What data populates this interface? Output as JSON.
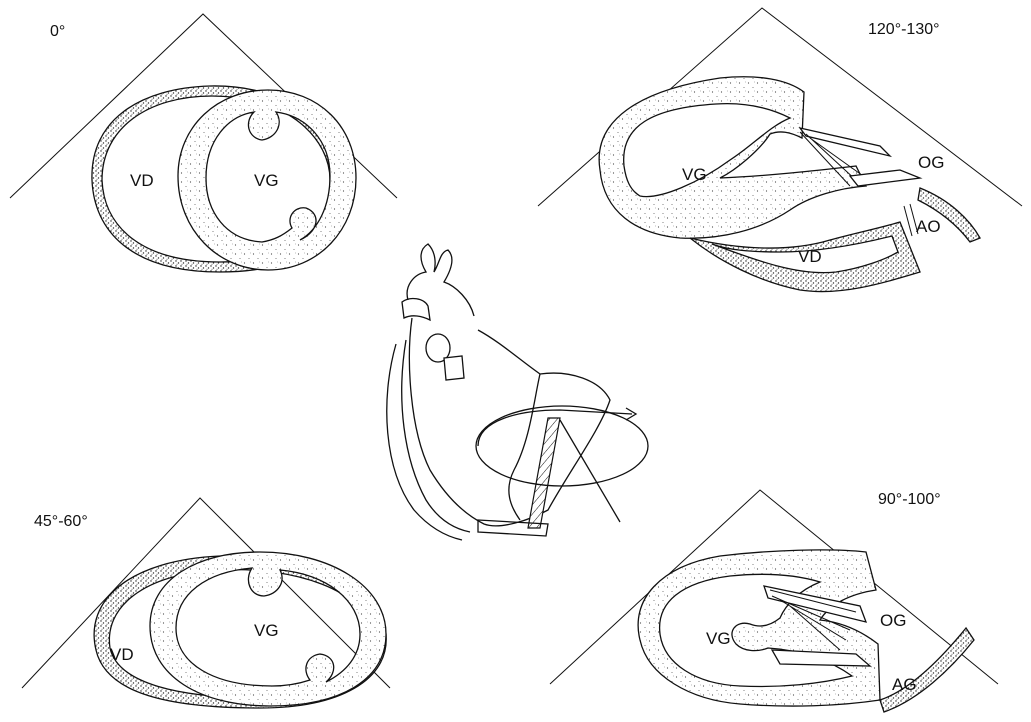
{
  "panels": {
    "top_left": {
      "angle": "0°",
      "labels": [
        "VD",
        "VG"
      ]
    },
    "top_right": {
      "angle": "120°-130°",
      "labels": [
        "VG",
        "OG",
        "AO",
        "VD"
      ]
    },
    "bottom_left": {
      "angle": "45°-60°",
      "labels": [
        "VG",
        "VD"
      ]
    },
    "bottom_right": {
      "angle": "90°-100°",
      "labels": [
        "VG",
        "OG",
        "AG"
      ]
    }
  }
}
